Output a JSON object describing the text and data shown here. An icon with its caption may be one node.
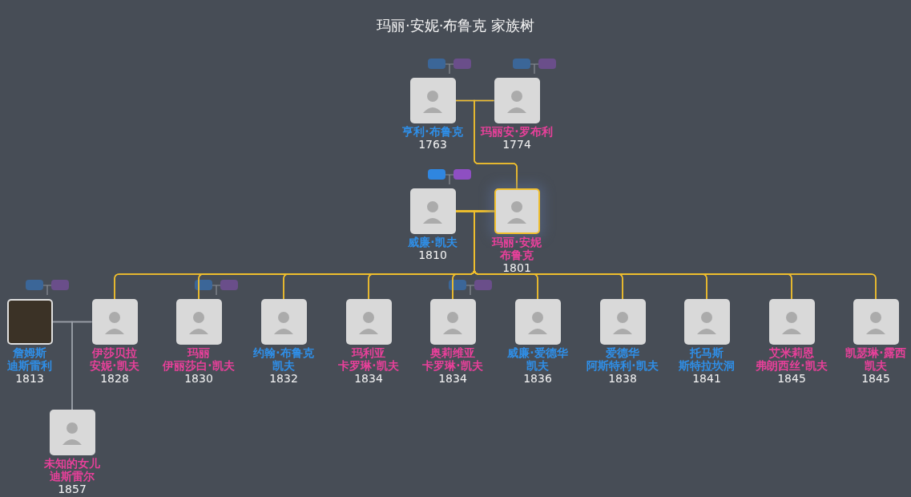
{
  "diagram": {
    "title": "玛丽·安妮·布鲁克 家族树",
    "nodes": [
      {
        "text": [
          "亨利·布鲁克",
          "1763"
        ]
      },
      {
        "text": [
          "玛丽安·罗布利",
          "1774"
        ]
      },
      {
        "text": [
          "威廉·凯夫",
          "1810"
        ]
      },
      {
        "text": [
          "玛丽·安妮布鲁克",
          "1801"
        ]
      },
      {
        "text": [
          "詹姆斯迪斯雷利",
          "1813"
        ]
      },
      {
        "text": [
          "伊莎贝拉安妮·凯夫",
          "1828"
        ]
      },
      {
        "text": [
          "玛丽伊丽莎白·凯夫",
          "1830"
        ]
      },
      {
        "text": [
          "约翰·布鲁克凯夫",
          "1832"
        ]
      },
      {
        "text": [
          "玛利亚卡罗琳·凯夫",
          "1834"
        ]
      },
      {
        "text": [
          "奥莉维亚卡罗琳·凯夫",
          "1834"
        ]
      },
      {
        "text": [
          "威廉·爱德华凯夫",
          "1836"
        ]
      },
      {
        "text": [
          "爱德华阿斯特利·凯夫",
          "1838"
        ]
      },
      {
        "text": [
          "托马斯斯特拉坎洞",
          "1841"
        ]
      },
      {
        "text": [
          "艾米莉恩弗朗西丝·凯夫",
          "1845"
        ]
      },
      {
        "text": [
          "凯瑟琳·露西凯夫",
          "1845"
        ]
      },
      {
        "text": [
          "未知的女儿迪斯雷尔",
          "1857"
        ]
      }
    ],
    "edges": [
      {
        "from": 0,
        "to": 1,
        "arrow": "none",
        "color": "#9aa0a8"
      },
      {
        "from": 0,
        "to": 3,
        "arrow": "none"
      },
      {
        "from": 1,
        "to": 3,
        "arrow": "none"
      },
      {
        "from": 2,
        "to": 3,
        "arrow": "none"
      },
      {
        "from": 2,
        "to": 5,
        "arrow": "none"
      },
      {
        "from": 3,
        "to": 5,
        "arrow": "none"
      },
      {
        "from": 2,
        "to": 6,
        "arrow": "none"
      },
      {
        "from": 3,
        "to": 6,
        "arrow": "none"
      },
      {
        "from": 2,
        "to": 7,
        "arrow": "none"
      },
      {
        "from": 3,
        "to": 7,
        "arrow": "none"
      },
      {
        "from": 2,
        "to": 8,
        "arrow": "none"
      },
      {
        "from": 3,
        "to": 8,
        "arrow": "none"
      },
      {
        "from": 2,
        "to": 9,
        "arrow": "none"
      },
      {
        "from": 3,
        "to": 9,
        "arrow": "none"
      },
      {
        "from": 2,
        "to": 10,
        "arrow": "none"
      },
      {
        "from": 3,
        "to": 10,
        "arrow": "none"
      },
      {
        "from": 2,
        "to": 11,
        "arrow": "none"
      },
      {
        "from": 3,
        "to": 11,
        "arrow": "none"
      },
      {
        "from": 2,
        "to": 12,
        "arrow": "none"
      },
      {
        "from": 3,
        "to": 12,
        "arrow": "none"
      },
      {
        "from": 2,
        "to": 13,
        "arrow": "none"
      },
      {
        "from": 3,
        "to": 13,
        "arrow": "none"
      },
      {
        "from": 2,
        "to": 14,
        "arrow": "none"
      },
      {
        "from": 3,
        "to": 14,
        "arrow": "none"
      },
      {
        "from": 4,
        "to": 5,
        "arrow": "none",
        "color": "#9aa0a8"
      },
      {
        "from": 4,
        "to": 15,
        "arrow": "none",
        "color": "#9aa0a8"
      },
      {
        "from": 5,
        "to": 15,
        "arrow": "none",
        "color": "#9aa0a8"
      }
    ]
  }
}
